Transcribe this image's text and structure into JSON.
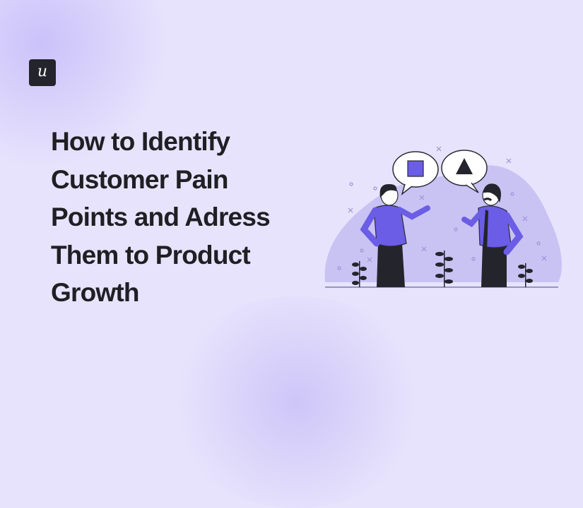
{
  "brand": {
    "logo_letter": "u",
    "logo_bg": "#24242c"
  },
  "headline": {
    "lines": [
      "How to Identify",
      "Customer Pain",
      "Points and Adress",
      "Them to Product",
      "Growth"
    ]
  },
  "illustration": {
    "description": "Two people talking with speech bubbles (square and triangle)",
    "left_bubble_icon": "square-icon",
    "right_bubble_icon": "triangle-icon"
  },
  "colors": {
    "background": "#e7e3fc",
    "accent": "#6b5de6",
    "blob": "#c9c3f4",
    "text": "#1f1f24"
  }
}
